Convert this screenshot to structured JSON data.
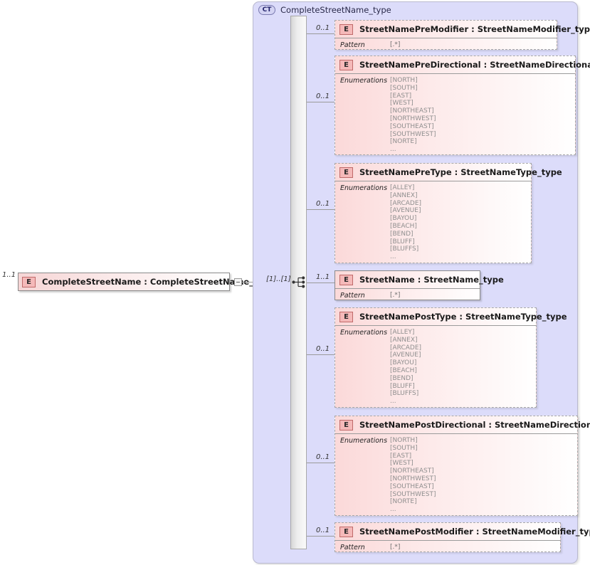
{
  "diagram": {
    "type": "xsd-schema-diagram",
    "colors": {
      "container_bg": "#dcdcfa",
      "element_bg": "#fbd9d9",
      "element_border": "#8a8a8a",
      "optional_border": "#a8a8a8",
      "badge_element": "#f5b9b9",
      "badge_complextype": "#d3d3f3"
    }
  },
  "root_element": {
    "icon": "element-badge",
    "badge": "E",
    "label": "CompleteStreetName : CompleteStreetName_type",
    "cardinality": "1..1",
    "link_cardinality": "[1]..[1]",
    "toggle": "collapse-toggle"
  },
  "complex_type": {
    "badge": "CT",
    "title": "CompleteStreetName_type",
    "compositor": "sequence"
  },
  "children": [
    {
      "badge": "E",
      "label": "StreetNamePreModifier : StreetNameModifier_type",
      "cardinality": "0..1",
      "required": false,
      "facet": "Pattern",
      "values": [
        "[.*]"
      ]
    },
    {
      "badge": "E",
      "label": "StreetNamePreDirectional : StreetNameDirectional_type",
      "cardinality": "0..1",
      "required": false,
      "facet": "Enumerations",
      "values": [
        "[NORTH]",
        "[SOUTH]",
        "[EAST]",
        "[WEST]",
        "[NORTHEAST]",
        "[NORTHWEST]",
        "[SOUTHEAST]",
        "[SOUTHWEST]",
        "[NORTE]",
        "..."
      ]
    },
    {
      "badge": "E",
      "label": "StreetNamePreType : StreetNameType_type",
      "cardinality": "0..1",
      "required": false,
      "facet": "Enumerations",
      "values": [
        "[ALLEY]",
        "[ANNEX]",
        "[ARCADE]",
        "[AVENUE]",
        "[BAYOU]",
        "[BEACH]",
        "[BEND]",
        "[BLUFF]",
        "[BLUFFS]",
        "..."
      ]
    },
    {
      "badge": "E",
      "label": "StreetName : StreetName_type",
      "cardinality": "1..1",
      "required": true,
      "facet": "Pattern",
      "values": [
        "[.*]"
      ]
    },
    {
      "badge": "E",
      "label": "StreetNamePostType : StreetNameType_type",
      "cardinality": "0..1",
      "required": false,
      "facet": "Enumerations",
      "values": [
        "[ALLEY]",
        "[ANNEX]",
        "[ARCADE]",
        "[AVENUE]",
        "[BAYOU]",
        "[BEACH]",
        "[BEND]",
        "[BLUFF]",
        "[BLUFFS]",
        "..."
      ]
    },
    {
      "badge": "E",
      "label": "StreetNamePostDirectional : StreetNameDirectional_type",
      "cardinality": "0..1",
      "required": false,
      "facet": "Enumerations",
      "values": [
        "[NORTH]",
        "[SOUTH]",
        "[EAST]",
        "[WEST]",
        "[NORTHEAST]",
        "[NORTHWEST]",
        "[SOUTHEAST]",
        "[SOUTHWEST]",
        "[NORTE]",
        "..."
      ]
    },
    {
      "badge": "E",
      "label": "StreetNamePostModifier : StreetNameModifier_type",
      "cardinality": "0..1",
      "required": false,
      "facet": "Pattern",
      "values": [
        "[.*]"
      ]
    }
  ]
}
